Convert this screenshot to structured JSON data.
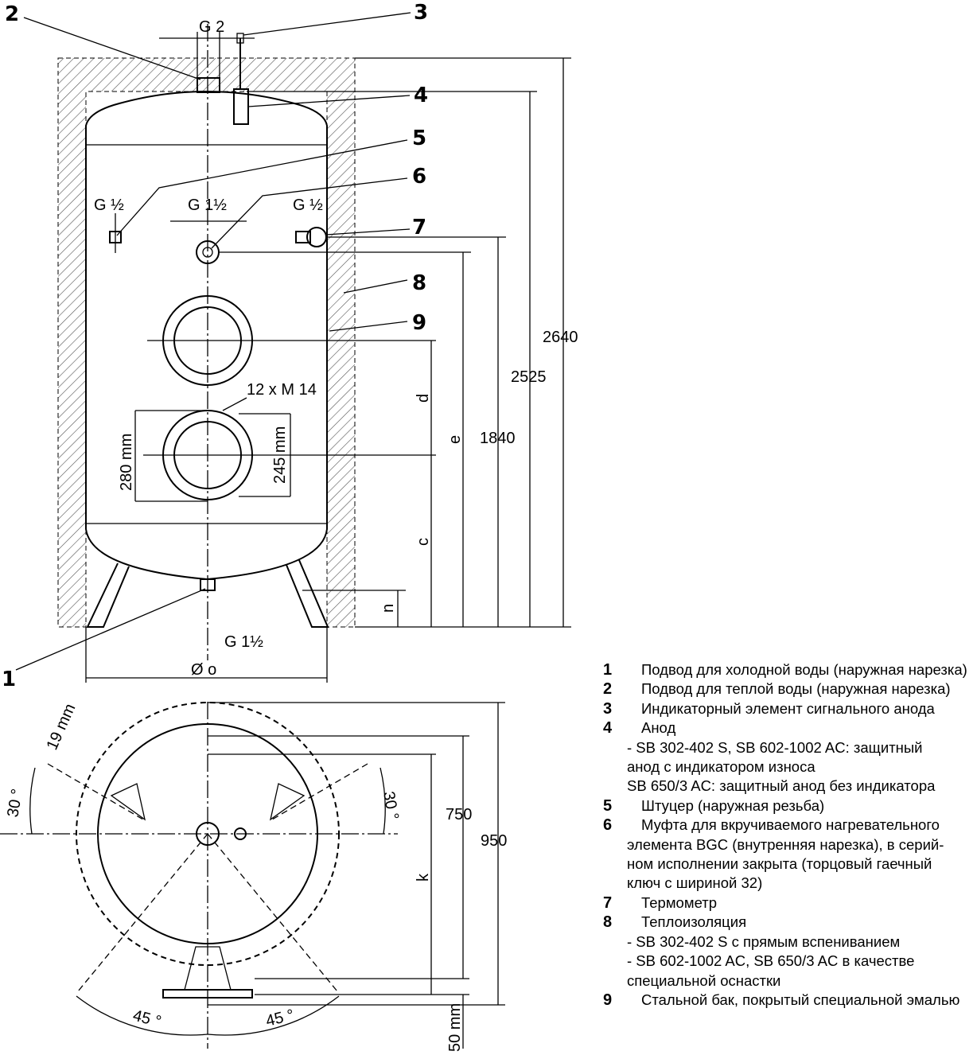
{
  "callouts": [
    "1",
    "2",
    "3",
    "4",
    "5",
    "6",
    "7",
    "8",
    "9"
  ],
  "labels": {
    "g2": "G 2",
    "g_half_left": "G ½",
    "g_1half_mid": "G 1½",
    "g_half_right": "G ½",
    "g_1half_bottom": "G 1½",
    "bolts": "12 x M 14",
    "d280": "280 mm",
    "d245": "245 mm",
    "diameter": "Ø o",
    "d": "d",
    "e": "e",
    "c": "c",
    "n": "n",
    "k": "k",
    "mm19": "19 mm",
    "mm50": "50 mm",
    "angle30_left": "30 °",
    "angle30_right": "30 °",
    "angle45_left": "45 °",
    "angle45_right": "45 °"
  },
  "dimensions": {
    "h2640": "2640",
    "h2525": "2525",
    "h1840": "1840",
    "w750": "750",
    "w950": "950"
  },
  "legend": {
    "items": [
      {
        "num": "1",
        "text": "Подвод для холодной воды (наружная нарезка)"
      },
      {
        "num": "2",
        "text": "Подвод для теплой воды (наружная нарезка)"
      },
      {
        "num": "3",
        "text": "Индикаторный элемент сигнального анода"
      },
      {
        "num": "4",
        "text": "Анод"
      },
      {
        "num": "",
        "text": "- SB 302-402 S, SB 602-1002 AC: защитный"
      },
      {
        "num": "",
        "text": "анод с индикатором износа"
      },
      {
        "num": "",
        "text": "SB 650/3 AC: защитный анод без индикатора"
      },
      {
        "num": "5",
        "text": "Штуцер (наружная резьба)"
      },
      {
        "num": "6",
        "text": "Муфта для вкручиваемого нагревательного"
      },
      {
        "num": "",
        "text": "элемента BGC (внутренняя  нарезка), в серий-"
      },
      {
        "num": "",
        "text": "ном исполнении закрыта (торцовый гаечный"
      },
      {
        "num": "",
        "text": "ключ с шириной 32)"
      },
      {
        "num": "7",
        "text": "Термометр"
      },
      {
        "num": "8",
        "text": "Теплоизоляция"
      },
      {
        "num": "",
        "text": "- SB 302-402 S с прямым вспениванием"
      },
      {
        "num": "",
        "text": "- SB 602-1002 AC, SB 650/3 AC в качестве"
      },
      {
        "num": "",
        "text": "специальной оснастки"
      },
      {
        "num": "9",
        "text": "Стальной бак, покрытый специальной эмалью"
      }
    ]
  }
}
